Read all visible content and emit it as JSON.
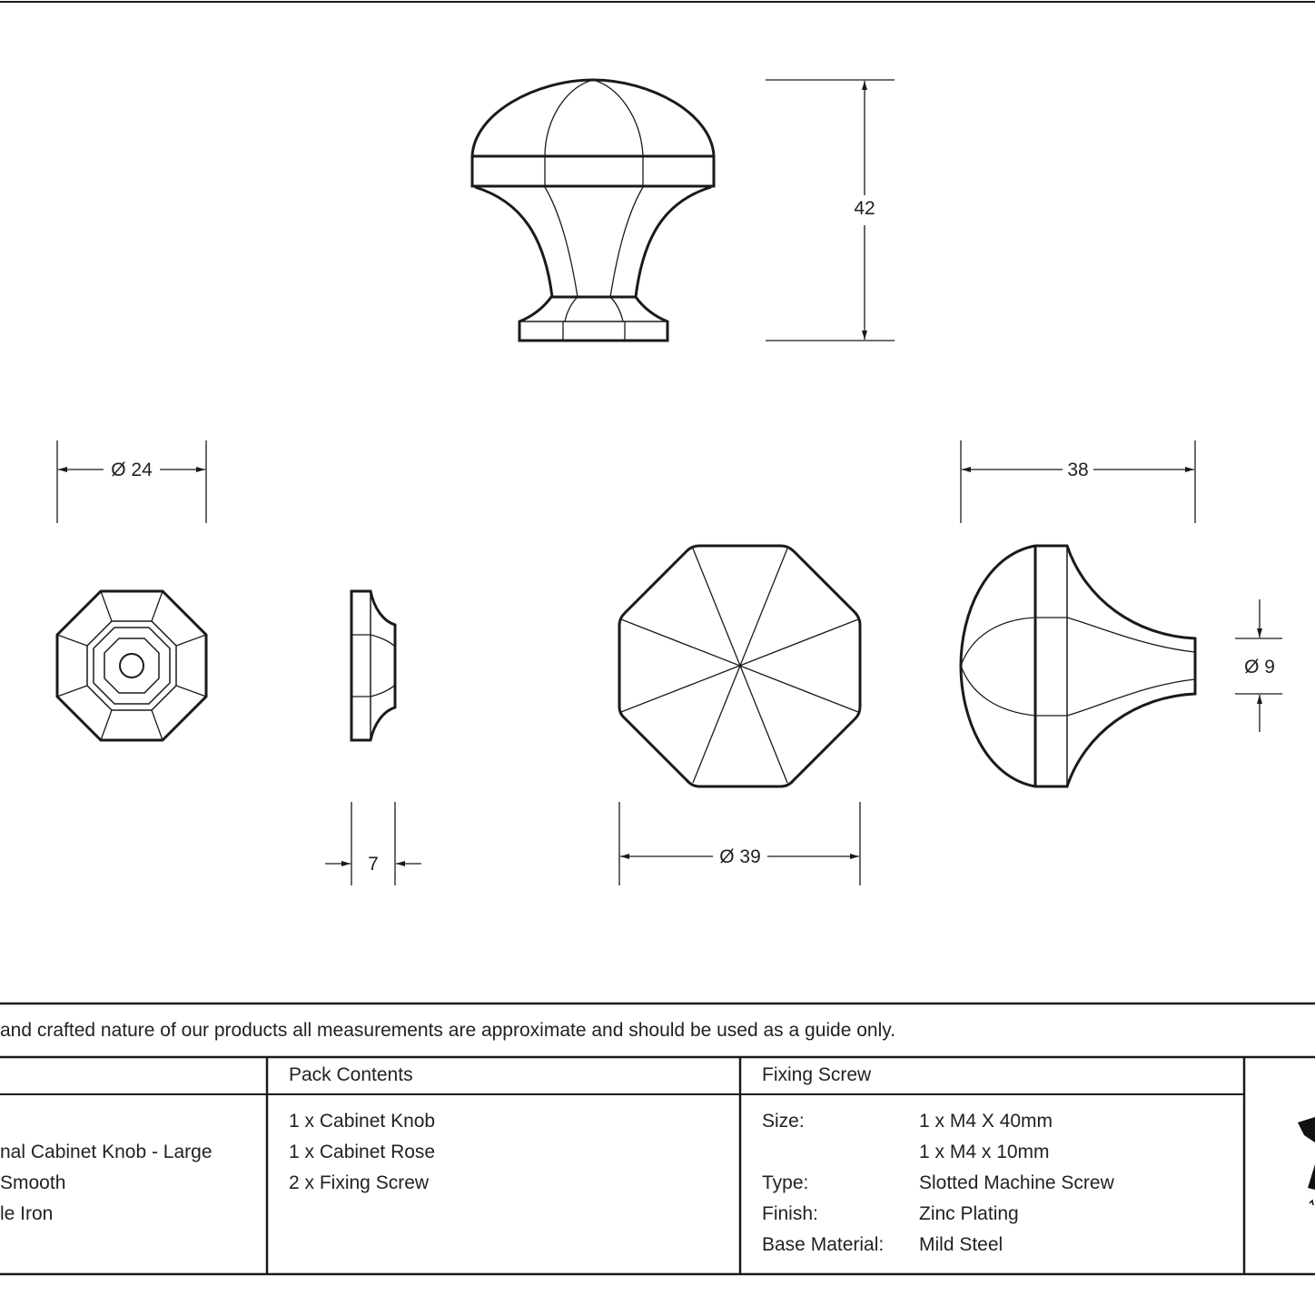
{
  "dimensions": {
    "height": "42",
    "rose_diameter": "Ø 24",
    "rose_thickness": "7",
    "knob_diameter": "Ø 39",
    "projection": "38",
    "neck_diameter": "Ø 9"
  },
  "disclaimer": "and crafted nature of our products all measurements are approximate and should be used as a guide only.",
  "product": {
    "lines": [
      "nal Cabinet Knob - Large",
      "Smooth",
      "le Iron"
    ]
  },
  "pack_contents": {
    "header": "Pack Contents",
    "items": [
      "1 x Cabinet Knob",
      "1 x Cabinet Rose",
      "2 x Fixing Screw"
    ]
  },
  "fixing_screw": {
    "header": "Fixing Screw",
    "rows": [
      {
        "label": "Size:",
        "value": "1 x M4 X 40mm"
      },
      {
        "label": "",
        "value": "1 x M4 x 10mm"
      },
      {
        "label": "Type:",
        "value": "Slotted Machine Screw"
      },
      {
        "label": "Finish:",
        "value": "Zinc Plating"
      },
      {
        "label": "Base Material:",
        "value": "Mild Steel"
      }
    ]
  },
  "colors": {
    "line": "#1a1a1a",
    "background": "#ffffff"
  }
}
